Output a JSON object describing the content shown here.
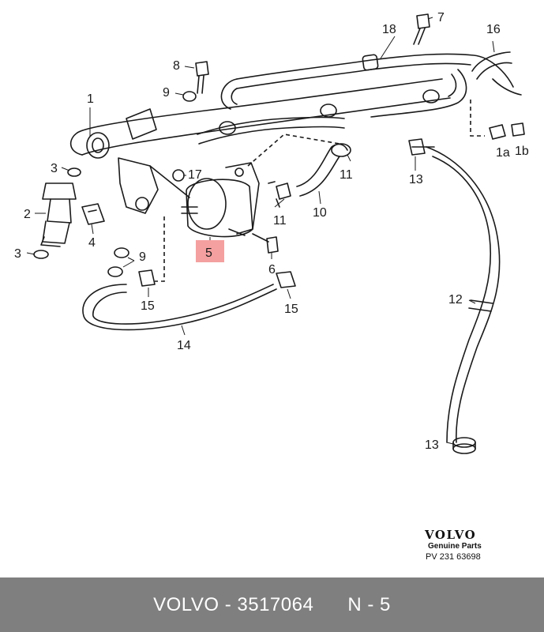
{
  "callouts": {
    "c1": "1",
    "c1a": "1a",
    "c1b": "1b",
    "c2": "2",
    "c3a": "3",
    "c3b": "3",
    "c4": "4",
    "c5": "5",
    "c6": "6",
    "c7": "7",
    "c8": "8",
    "c9a": "9",
    "c9b": "9",
    "c10": "10",
    "c11a": "11",
    "c11b": "11",
    "c12": "12",
    "c13a": "13",
    "c13b": "13",
    "c14": "14",
    "c15a": "15",
    "c15b": "15",
    "c16": "16",
    "c17": "17",
    "c18": "18"
  },
  "highlight_color": "#f4a0a0",
  "brand": {
    "logo": "VOLVO",
    "tagline": "Genuine Parts",
    "code": "PV 231 63698"
  },
  "footer": {
    "brand": "VOLVO",
    "separator": "-",
    "part_number": "3517064",
    "ref": "N - 5"
  }
}
